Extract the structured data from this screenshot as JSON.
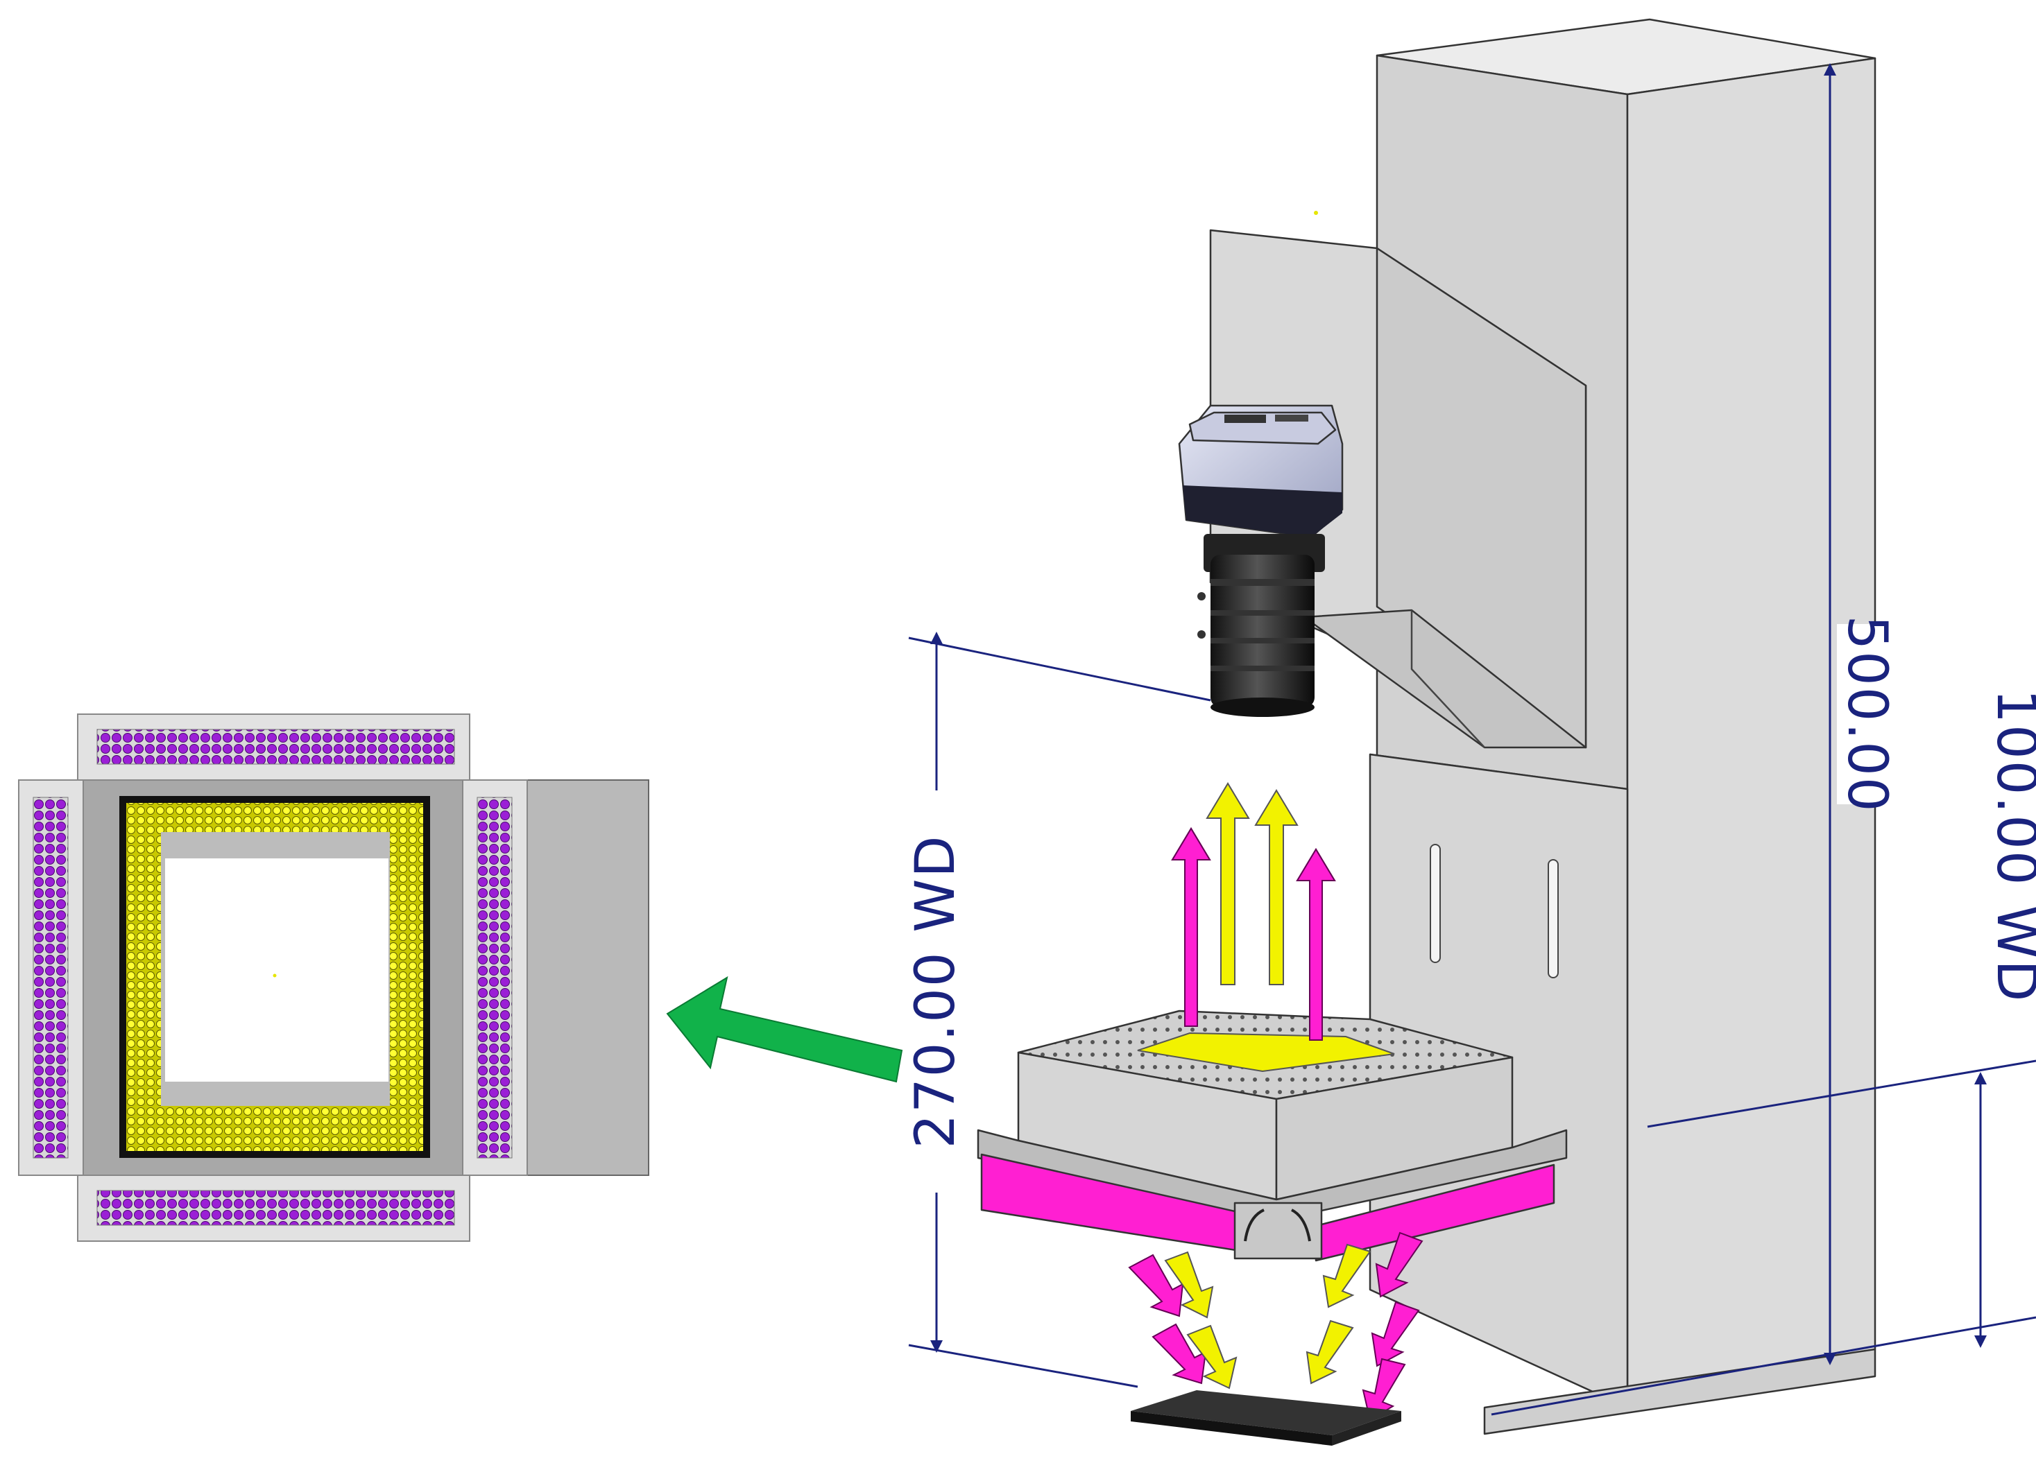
{
  "dimensions": {
    "total_height": "500.00",
    "lower_wd": "100.00 WD",
    "working_distance": "270.00 WD"
  },
  "colors": {
    "housing": "#d6d6d6",
    "housing_dark": "#bdbdbd",
    "magenta_light": "#ff1fd2",
    "yellow_light": "#f2f200",
    "purple_led": "#9b1fd6",
    "pointer_arrow": "#11b24a",
    "dimension": "#1a237e"
  }
}
